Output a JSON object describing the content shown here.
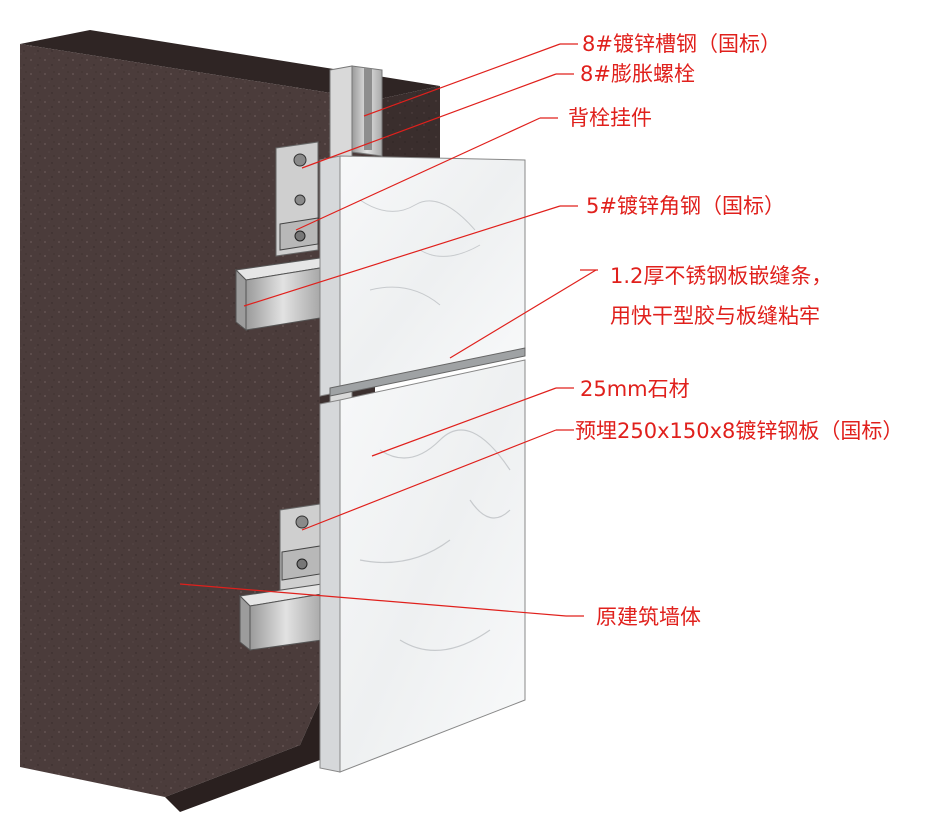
{
  "labels": {
    "channel_steel": "8#镀锌槽钢（国标）",
    "expansion_bolt": "8#膨胀螺栓",
    "back_anchor": "背栓挂件",
    "angle_steel": "5#镀锌角钢（国标）",
    "joint_strip_line1": "1.2厚不锈钢板嵌缝条，",
    "joint_strip_line2": "用快干型胶与板缝粘牢",
    "stone": "25mm石材",
    "embedded_plate": "预埋250x150x8镀锌钢板（国标）",
    "wall": "原建筑墙体"
  },
  "colors": {
    "annotation": "#e0201c",
    "wall": "#4a3b3a",
    "stone": "#f2f3f4",
    "steel": "#c9c9c9"
  }
}
